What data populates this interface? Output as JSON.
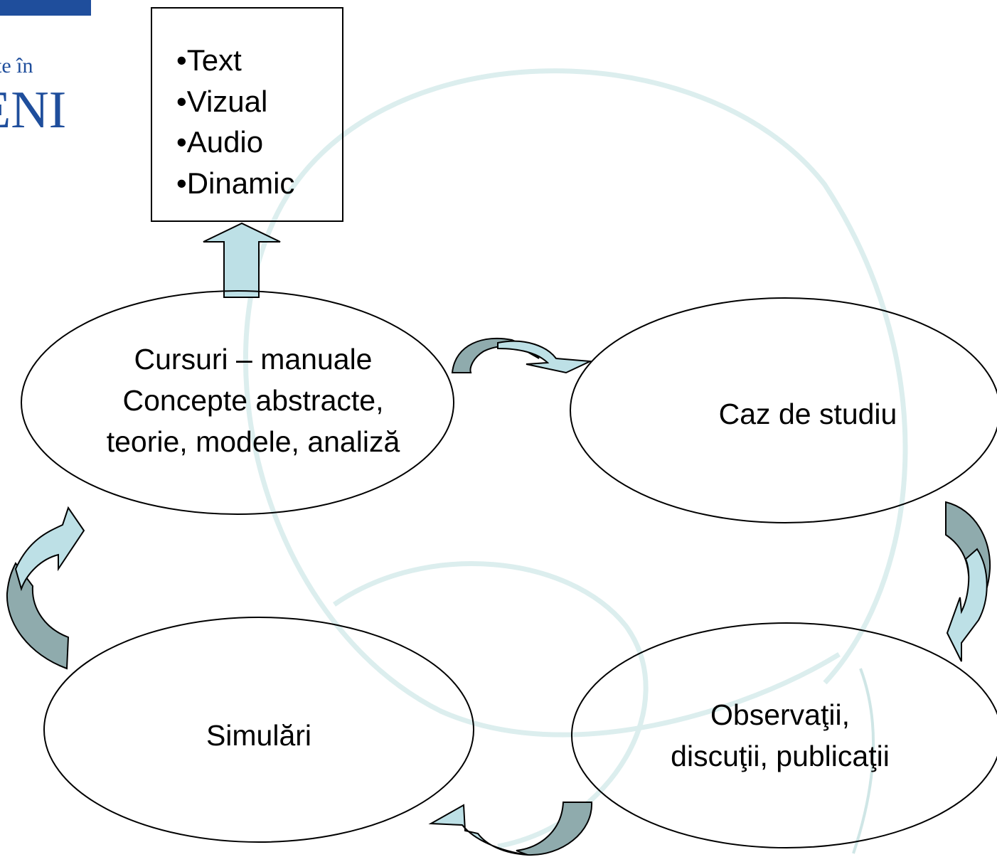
{
  "logo": {
    "line1": "te în",
    "line2": "ENI"
  },
  "media_types": [
    "•Text",
    "•Vizual",
    "•Audio",
    "•Dinamic"
  ],
  "nodes": {
    "courses": {
      "line1": "Cursuri – manuale",
      "line2": "Concepte abstracte,",
      "line3": "teorie, modele, analiză"
    },
    "case_study": {
      "label": "Caz de studiu"
    },
    "observations": {
      "line1": "Observaţii,",
      "line2": "discuţii, publicaţii"
    },
    "simulations": {
      "label": "Simulări"
    }
  },
  "colors": {
    "arrow_light": "#bde0e6",
    "arrow_dark": "#8fabad",
    "outline": "#000000",
    "logo_blue": "#1f4e9c",
    "watermark": "#d9efef"
  }
}
